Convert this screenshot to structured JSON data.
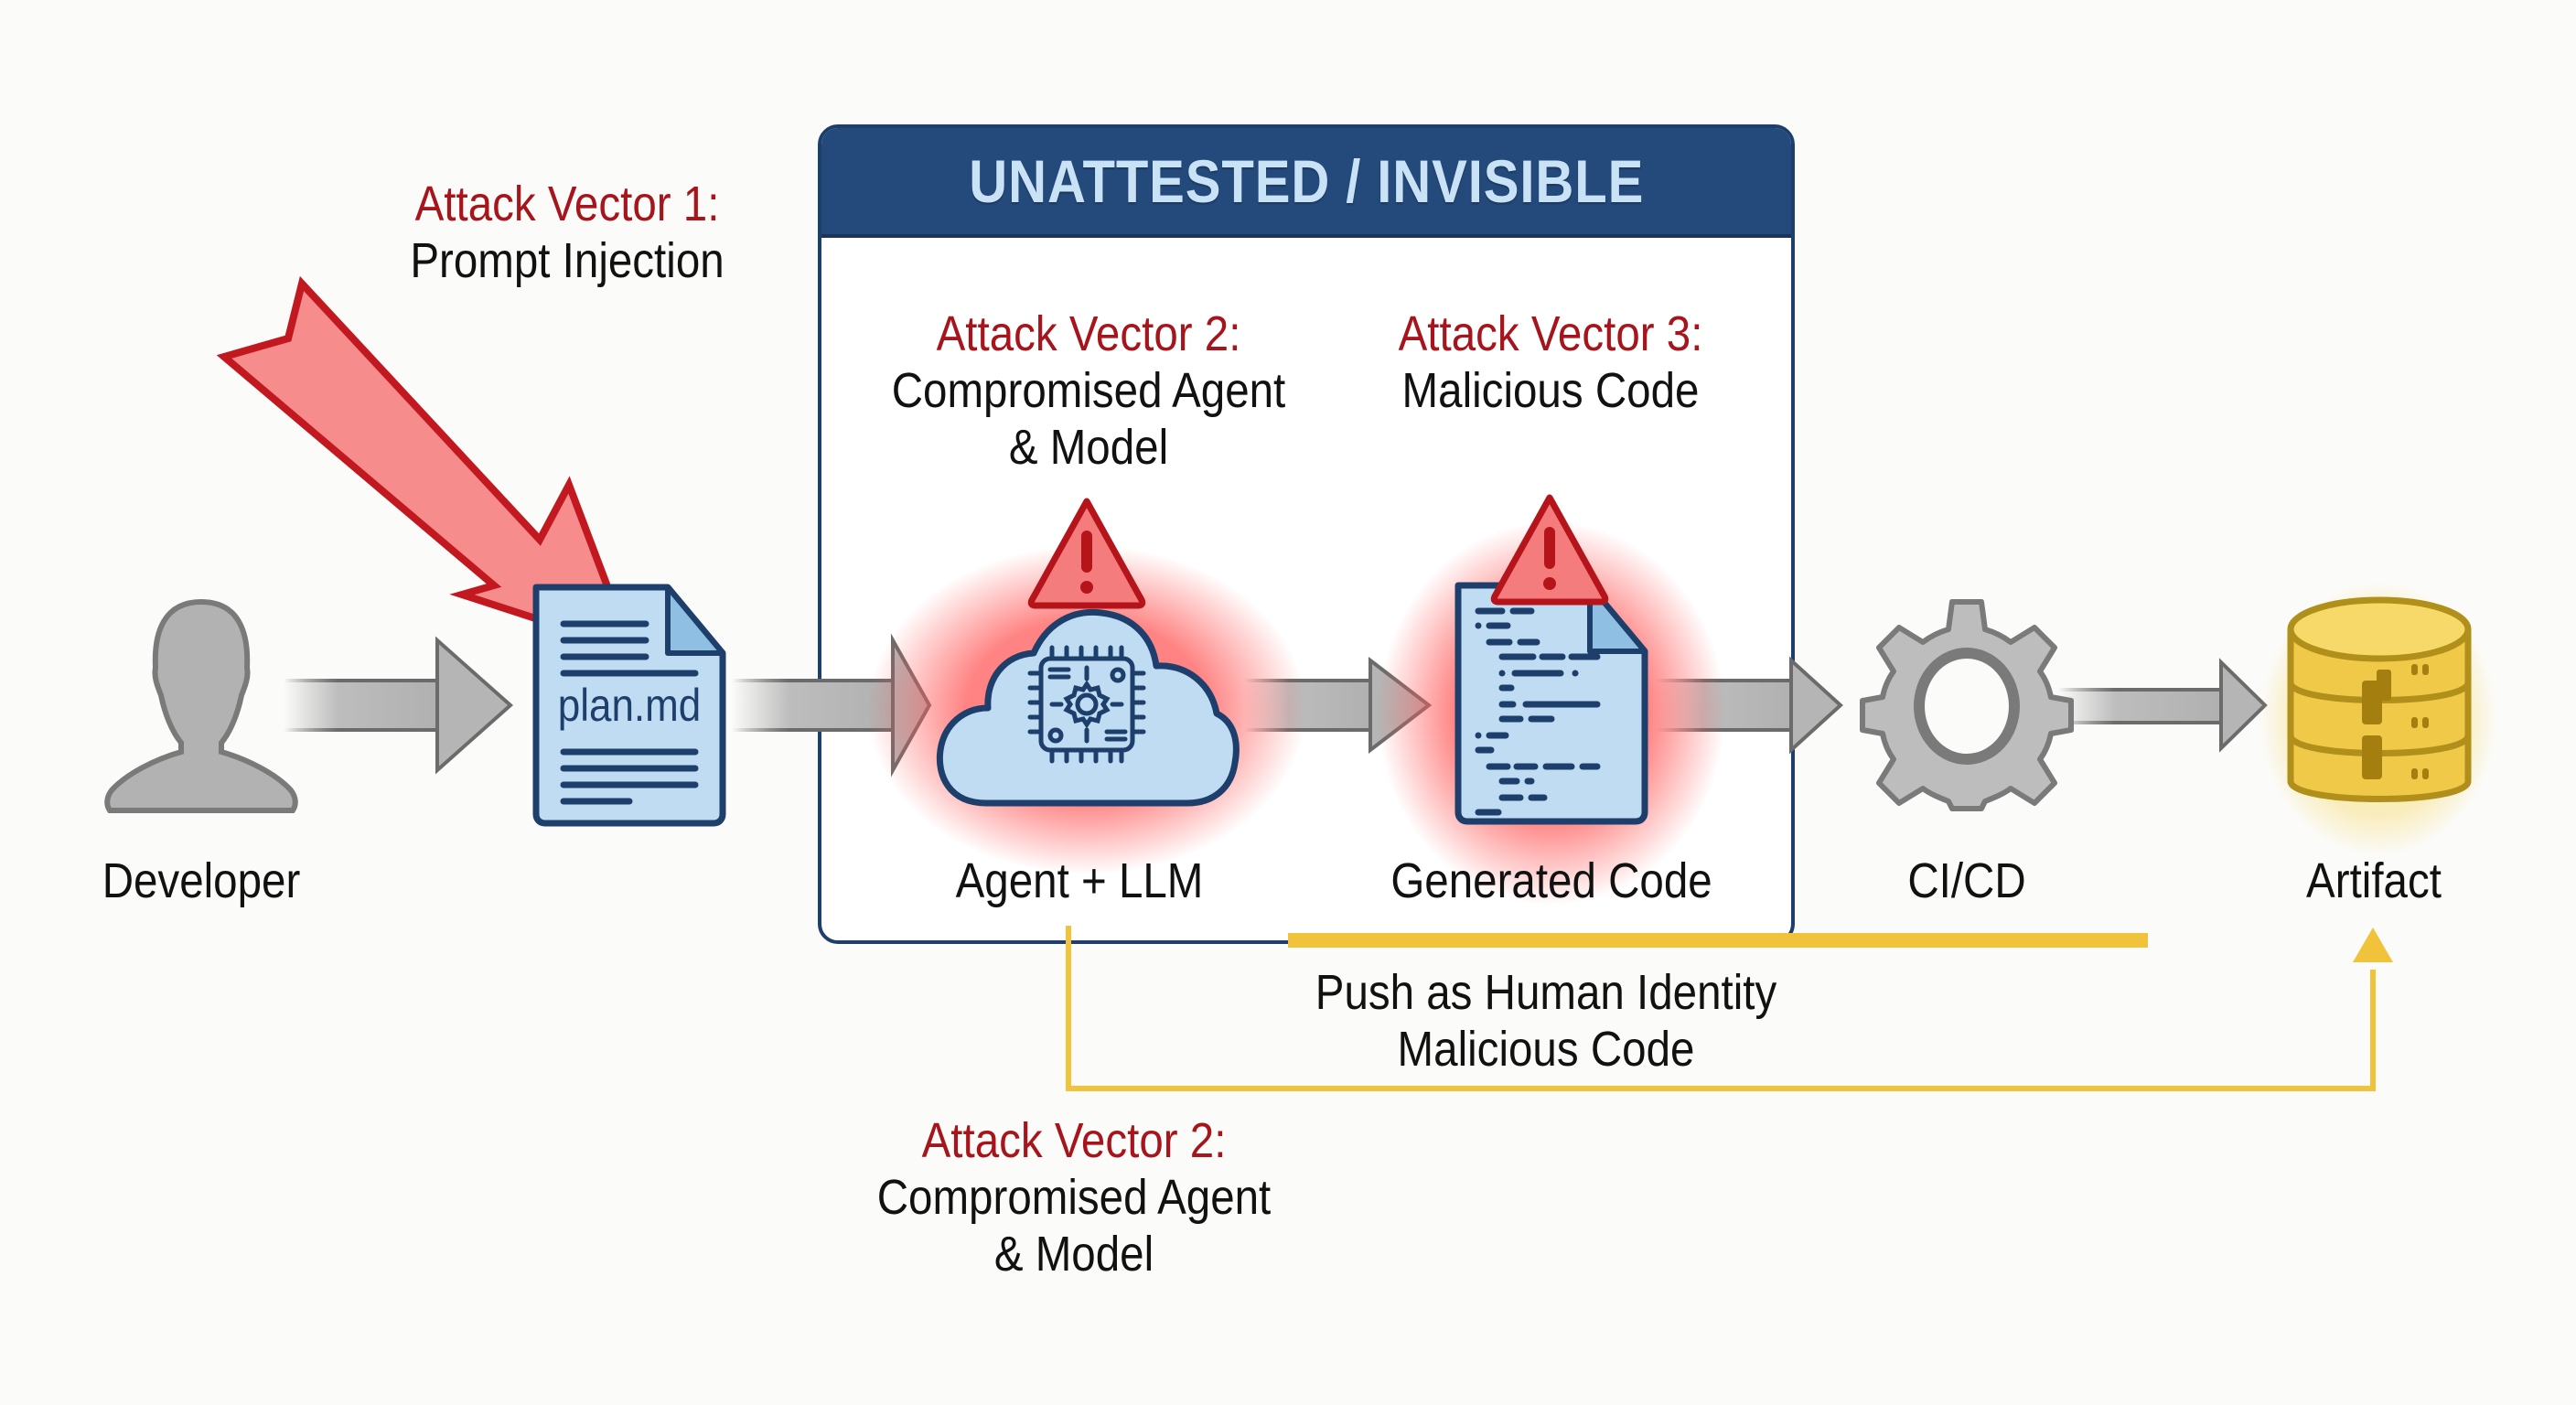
{
  "boundary": {
    "title": "UNATTESTED / INVISIBLE"
  },
  "nodes": {
    "developer": {
      "label": "Developer",
      "icon": "person-icon"
    },
    "plan": {
      "label": "plan.md",
      "icon": "document-icon"
    },
    "agent": {
      "label": "Agent + LLM",
      "icon": "cloud-chip-icon"
    },
    "generated_code": {
      "label": "Generated Code",
      "icon": "code-file-icon"
    },
    "cicd": {
      "label": "CI/CD",
      "icon": "gear-icon"
    },
    "artifact": {
      "label": "Artifact",
      "icon": "database-icon"
    }
  },
  "attack_vectors": {
    "av1": {
      "title": "Attack Vector 1:",
      "line1": "Prompt Injection"
    },
    "av2": {
      "title": "Attack Vector 2:",
      "line1": "Compromised Agent",
      "line2": "& Model"
    },
    "av3": {
      "title": "Attack Vector 3:",
      "line1": "Malicious Code"
    },
    "av2_bottom": {
      "title": "Attack Vector 2:",
      "line1": "Compromised Agent",
      "line2": "& Model"
    }
  },
  "bypass": {
    "line1": "Push as Human Identity",
    "line2": "Malicious Code"
  },
  "colors": {
    "attack_red": "#a6151c",
    "boundary_navy": "#244a7c",
    "bypass_yellow": "#f0c33a",
    "icon_blue": "#bfdcf3",
    "neutral_gray": "#b5b5b5"
  }
}
